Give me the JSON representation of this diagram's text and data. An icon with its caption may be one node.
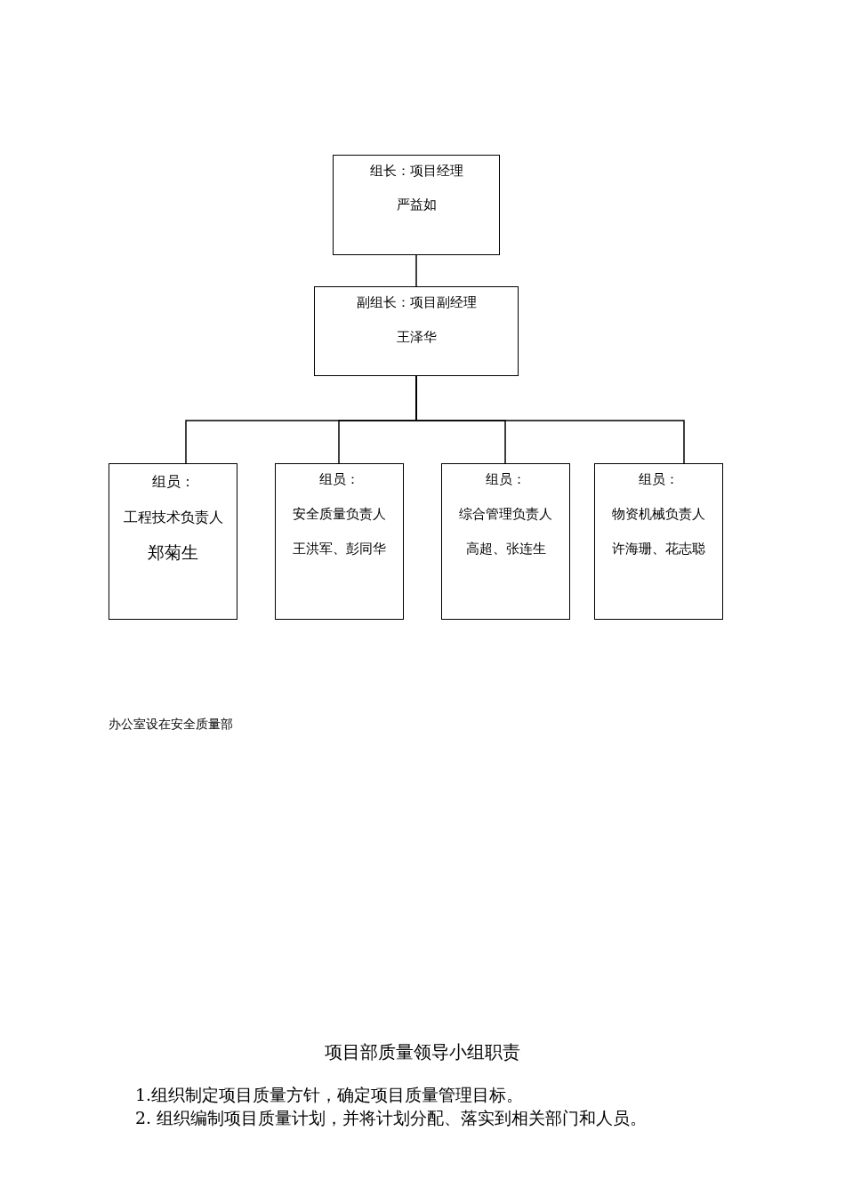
{
  "diagram": {
    "nodes": [
      {
        "text": [
          "组长：项目经理",
          "严益如"
        ]
      },
      {
        "text": [
          "副组长：项目副经理",
          "王泽华"
        ]
      },
      {
        "text": [
          "组员：",
          "工程技术负责人",
          "郑菊生"
        ]
      },
      {
        "text": [
          "组员：",
          "安全质量负责人",
          "王洪军、彭同华"
        ]
      },
      {
        "text": [
          "组员：",
          "综合管理负责人",
          "高超、张连生"
        ]
      },
      {
        "text": [
          "组员：",
          "物资机械负责人",
          "许海珊、花志聪"
        ]
      }
    ],
    "edges": [
      {
        "from": 0,
        "to": 1,
        "arrow": "none"
      },
      {
        "from": 1,
        "to": 2,
        "arrow": "none"
      },
      {
        "from": 1,
        "to": 3,
        "arrow": "none"
      },
      {
        "from": 1,
        "to": 4,
        "arrow": "none"
      },
      {
        "from": 1,
        "to": 5,
        "arrow": "none"
      }
    ],
    "labels": [
      "办公室设在安全质量部",
      "项目部质量领导小组职责",
      "1.组织制定项目质量方针，确定项目质量管理目标。",
      "2. 组织编制项目质量计划，并将计划分配、落实到相关部门和人员。"
    ]
  }
}
